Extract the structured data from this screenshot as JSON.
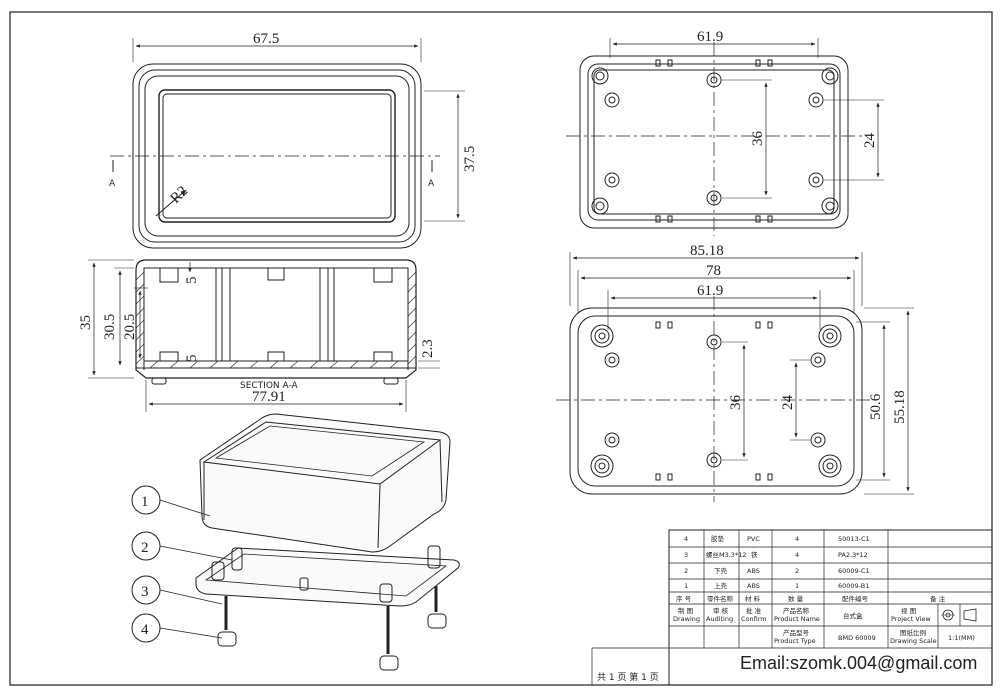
{
  "dims": {
    "top_width": "67.5",
    "top_height": "37.5",
    "radius": "R2",
    "section_mark": "A",
    "tr_width": "61.9",
    "tr_inner": "36",
    "tr_side": "24",
    "br_overall": "85.18",
    "br_mid": "78",
    "br_inner": "61.9",
    "br_36": "36",
    "br_24": "24",
    "br_h1": "50.6",
    "br_h2": "55.18",
    "sec_35": "35",
    "sec_305": "30.5",
    "sec_205": "20.5",
    "sec_5a": "5",
    "sec_5b": "5",
    "sec_23": "2.3",
    "sec_width": "77.91",
    "section_label": "SECTION A-A"
  },
  "callouts": [
    "1",
    "2",
    "3",
    "4"
  ],
  "parts_table": [
    {
      "no": "4",
      "name": "胶垫",
      "material": "PVC",
      "qty": "4",
      "code": "50013-C1"
    },
    {
      "no": "3",
      "name": "螺丝M3.3*12",
      "material": "铁",
      "qty": "4",
      "code": "PA2.3*12"
    },
    {
      "no": "2",
      "name": "下壳",
      "material": "ABS",
      "qty": "2",
      "code": "60009-C1"
    },
    {
      "no": "1",
      "name": "上壳",
      "material": "ABS",
      "qty": "1",
      "code": "60009-B1"
    }
  ],
  "parts_header": {
    "no": "序 号",
    "name": "零件名称",
    "material": "材 料",
    "qty": "数 量",
    "code": "配件编号",
    "note": "备 注"
  },
  "title_block": {
    "drawing_cn": "制 图",
    "drawing_en": "Drawing",
    "auditing_cn": "审 核",
    "auditing_en": "Auditing",
    "confirm_cn": "批 准",
    "confirm_en": "Confirm",
    "product_name_cn": "产品名称",
    "product_name_en": "Product Name",
    "product_name_value": "台式盒",
    "project_view_cn": "视 图",
    "project_view_en": "Project View",
    "product_type_cn": "产品型号",
    "product_type_en": "Product Type",
    "product_type_value": "BMD 60009",
    "scale_cn": "图纸比例",
    "scale_en": "Drawing Scale",
    "scale_value": "1:1(MM)",
    "email": "Email:szomk.004@gmail.com",
    "pages": "共 1 页  第 1 页"
  }
}
